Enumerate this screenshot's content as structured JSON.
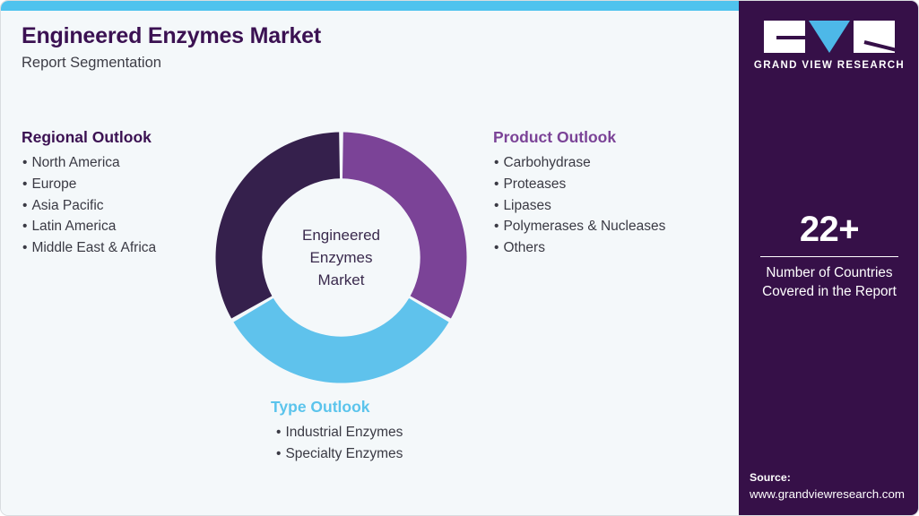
{
  "header": {
    "title": "Engineered Enzymes Market",
    "subtitle": "Report Segmentation"
  },
  "colors": {
    "accent_bar": "#4fc3ee",
    "panel_background": "#361048",
    "page_background": "#f4f8fa",
    "dark_purple": "#35204c",
    "medium_purple": "#7b4397",
    "light_blue": "#5fc2ec",
    "title_purple": "#3b1152"
  },
  "regional_outlook": {
    "heading": "Regional Outlook",
    "items": [
      "North America",
      "Europe",
      "Asia Pacific",
      "Latin America",
      "Middle East & Africa"
    ]
  },
  "product_outlook": {
    "heading": "Product Outlook",
    "items": [
      "Carbohydrase",
      "Proteases",
      "Lipases",
      "Polymerases & Nucleases",
      "Others"
    ]
  },
  "type_outlook": {
    "heading": "Type Outlook",
    "items": [
      "Industrial Enzymes",
      "Specialty Enzymes"
    ]
  },
  "donut": {
    "center_line1": "Engineered",
    "center_line2": "Enzymes",
    "center_line3": "Market"
  },
  "chart_data": {
    "type": "pie",
    "title": "Engineered Enzymes Market",
    "subtitle": "Report Segmentation",
    "categories": [
      "Regional Outlook",
      "Product Outlook",
      "Type Outlook"
    ],
    "values": [
      33.33,
      33.33,
      33.33
    ],
    "colors": [
      "#35204c",
      "#7b4397",
      "#5fc2ec"
    ],
    "center_label": "Engineered Enzymes Market",
    "donut": true,
    "inner_radius_ratio": 0.63,
    "start_angle_deg": 0,
    "legend": "none",
    "xlabel": "",
    "ylabel": ""
  },
  "brand": {
    "logo_letters": [
      "G",
      "V",
      "R"
    ],
    "wordmark": "GRAND VIEW RESEARCH"
  },
  "stat": {
    "value": "22+",
    "caption_line1": "Number of Countries",
    "caption_line2": "Covered in the Report"
  },
  "source": {
    "label": "Source:",
    "url": "www.grandviewresearch.com"
  }
}
